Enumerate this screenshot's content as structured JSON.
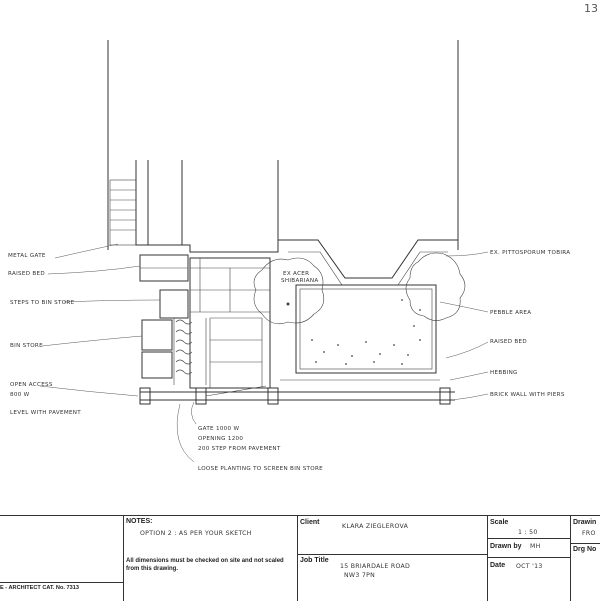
{
  "sheet_no": "13",
  "labels": {
    "metal_gate": "METAL GATE",
    "raised_bed_left": "RAISED BED",
    "steps_to_bin_store": "STEPS TO BIN STORE",
    "bin_store": "BIN STORE",
    "open_access": "OPEN ACCESS",
    "open_access_width": "800 W",
    "level_with_pavement": "LEVEL WITH PAVEMENT",
    "existing_pittosporum": "EX. PITTOSPORUM TOBIRA",
    "existing_acer": "EX ACER",
    "acer_species": "SHIBARIANA",
    "pebble_area": "PEBBLE AREA",
    "raised_bed_right": "RAISED BED",
    "hebbing": "HEBBING",
    "brick_wall": "BRICK WALL WITH PIERS",
    "gate_width": "GATE 1000 W",
    "opening": "OPENING 1200",
    "step": "200 STEP FROM PAVEMENT",
    "loose_planting": "LOOSE PLANTING TO SCREEN BIN STORE"
  },
  "title_block": {
    "left_edge": "E - ARCHITECT CAT. No. 7313",
    "notes_label": "NOTES:",
    "notes_text": "OPTION 2 : AS PER YOUR SKETCH",
    "disclaimer": "All dimensions must be checked on site and not scaled from this drawing.",
    "client_label": "Client",
    "client_value": "KLARA ZIEGLEROVA",
    "job_title_label": "Job Title",
    "job_title_line1": "15 BRIARDALE ROAD",
    "job_title_line2": "NW3 7PN",
    "scale_label": "Scale",
    "scale_value": "1 : 50",
    "drawn_by_label": "Drawn by",
    "drawn_by_value": "MH",
    "date_label": "Date",
    "date_value": "OCT '13",
    "drawing_label": "Drawin",
    "drawing_value": "FRO",
    "drg_no_label": "Drg No"
  }
}
